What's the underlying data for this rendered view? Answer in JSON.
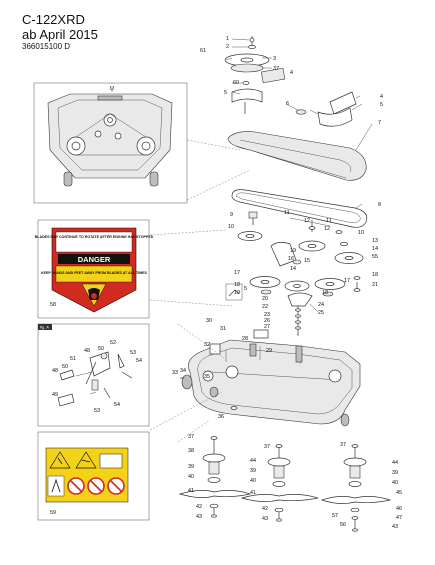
{
  "header": {
    "model": "C-122XRD",
    "date": "ab April 2015",
    "part_number": "366015100 D"
  },
  "decal_danger": {
    "warning_top": "BLADES MAY CONTINUE TO ROTATE AFTER ENGINE HAS STOPPED",
    "banner": "DANGER",
    "warning_bottom": "KEEP HANDS AND FEET AWAY FROM BLADES AT ALL TIMES"
  },
  "inset_fig_label": "fig. A",
  "callouts": {
    "c1": "1",
    "c2": "2",
    "c3": "3",
    "c37a": "37",
    "c4a": "4",
    "c60": "60",
    "c61": "61",
    "c5a": "5",
    "c6": "6",
    "c4b": "4",
    "c5b": "5",
    "c7": "7",
    "c8": "8",
    "c9": "9",
    "c10a": "10",
    "c11a": "11",
    "c12a": "12",
    "c11b": "11",
    "c12b": "12",
    "c10b": "10",
    "c13": "13",
    "c14a": "14",
    "c55": "55",
    "c19": "19",
    "c16": "16",
    "c15": "15",
    "c14b": "14",
    "c17a": "17",
    "c17b": "17",
    "c18a": "18",
    "c18b": "18",
    "c18c": "18",
    "c21": "21",
    "c19b": "19",
    "c20": "20",
    "c22": "22",
    "c23": "23",
    "c24": "24",
    "c25": "25",
    "c26": "26",
    "c27": "27",
    "c28": "28",
    "c29": "29",
    "c30": "30",
    "c31": "31",
    "c32": "32",
    "c33": "33",
    "c34": "34",
    "c35": "35",
    "c36": "36",
    "c37b": "37",
    "c37c": "37",
    "c37d": "37",
    "c38": "38",
    "c39a": "39",
    "c39b": "39",
    "c39c": "39",
    "c40a": "40",
    "c40b": "40",
    "c40c": "40",
    "c41a": "41",
    "c41b": "41",
    "c42a": "42",
    "c42b": "42",
    "c43a": "43",
    "c43b": "43",
    "c43c": "43",
    "c44a": "44",
    "c44b": "44",
    "c45": "45",
    "c46": "46",
    "c47": "47",
    "c56": "56",
    "c57": "57",
    "c58": "58",
    "c59": "59",
    "c48a": "48",
    "c48b": "48",
    "c49": "49",
    "c50a": "50",
    "c50b": "50",
    "c51": "51",
    "c52": "52",
    "c53a": "53",
    "c53b": "53",
    "c54a": "54",
    "c54b": "54",
    "c5c": "5"
  },
  "colors": {
    "line": "#333333",
    "light_line": "#888888",
    "decal_red": "#d12a1f",
    "decal_yellow": "#f4d21a",
    "decal_black": "#111111"
  }
}
